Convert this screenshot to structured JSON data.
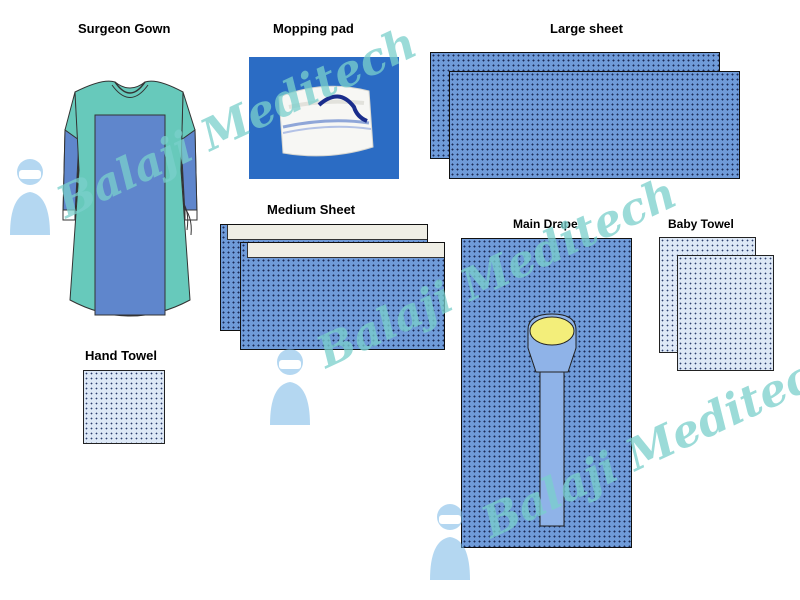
{
  "items": {
    "surgeon_gown": "Surgeon Gown",
    "mopping_pad": "Mopping pad",
    "large_sheet": "Large sheet",
    "medium_sheet": "Medium Sheet",
    "main_drape": "Main Drape",
    "baby_towel": "Baby Towel",
    "hand_towel": "Hand Towel"
  },
  "watermark": {
    "text": "Balaji Meditech"
  },
  "colors": {
    "gown_body": "#67c9bb",
    "gown_panel": "#5f86cc",
    "sheet_blue": "#6f9bd9",
    "light_towel": "#dde8f6",
    "drape_ring": "#f3ee7a",
    "watermark_teal": "#7ad0cc",
    "watermark_green": "#9acb5a"
  },
  "icons": [
    "person-mask-logo-icon"
  ]
}
